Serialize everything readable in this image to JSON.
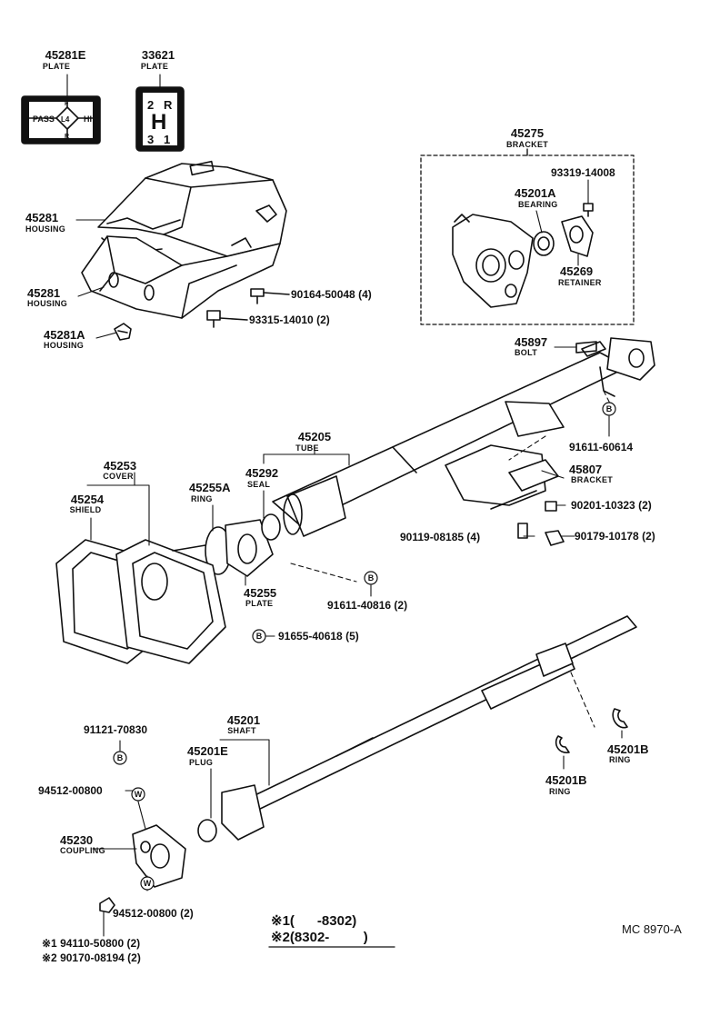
{
  "parts": {
    "p45281E": {
      "num": "45281E",
      "name": "PLATE"
    },
    "p33621": {
      "num": "33621",
      "name": "PLATE"
    },
    "p45281_upper": {
      "num": "45281",
      "name": "HOUSING"
    },
    "p45281_lower": {
      "num": "45281",
      "name": "HOUSING"
    },
    "p45281A": {
      "num": "45281A",
      "name": "HOUSING"
    },
    "p45275": {
      "num": "45275",
      "name": "BRACKET"
    },
    "p45201A": {
      "num": "45201A",
      "name": "BEARING"
    },
    "p45269": {
      "num": "45269",
      "name": "RETAINER"
    },
    "p45897": {
      "num": "45897",
      "name": "BOLT"
    },
    "p45205": {
      "num": "45205",
      "name": "TUBE"
    },
    "p45807": {
      "num": "45807",
      "name": "BRACKET"
    },
    "p45253": {
      "num": "45253",
      "name": "COVER"
    },
    "p45254": {
      "num": "45254",
      "name": "SHIELD"
    },
    "p45255A": {
      "num": "45255A",
      "name": "RING"
    },
    "p45292": {
      "num": "45292",
      "name": "SEAL"
    },
    "p45255": {
      "num": "45255",
      "name": "PLATE"
    },
    "p45201": {
      "num": "45201",
      "name": "SHAFT"
    },
    "p45201E": {
      "num": "45201E",
      "name": "PLUG"
    },
    "p45230": {
      "num": "45230",
      "name": "COUPLING"
    },
    "p45201B_left": {
      "num": "45201B",
      "name": "RING"
    },
    "p45201B_right": {
      "num": "45201B",
      "name": "RING"
    }
  },
  "fasteners": {
    "f93319": "93319-14008",
    "f90164": "90164-50048 (4)",
    "f93315": "93315-14010 (2)",
    "f91611_60614": "91611-60614",
    "f90201": "90201-10323 (2)",
    "f90119": "90119-08185 (4)",
    "f90179": "90179-10178 (2)",
    "f91611_40816": "91611-40816 (2)",
    "f91655": "91655-40618 (5)",
    "f91121": "91121-70830",
    "f94512_top": "94512-00800",
    "f94512_bottom": "94512-00800 (2)",
    "f94110": "94110-50800 (2)",
    "f90170": "90170-08194 (2)"
  },
  "plate_graphics": {
    "trans_plate_letters": {
      "pass": "PASS",
      "lo": "L4",
      "hi": "HI",
      "top": "F",
      "bottom": "R"
    },
    "shift_plate_letters": {
      "tl": "2",
      "tr": "R",
      "center": "H",
      "bl": "3",
      "br": "1"
    }
  },
  "markers": {
    "B": "B",
    "W": "W"
  },
  "legend": {
    "row1_mark": "※1",
    "row1_range": "(      -8302)",
    "row2_mark": "※2",
    "row2_range": "(8302-         )",
    "prefix1": "※1",
    "prefix2": "※2"
  },
  "diagram_code": "MC 8970-A"
}
